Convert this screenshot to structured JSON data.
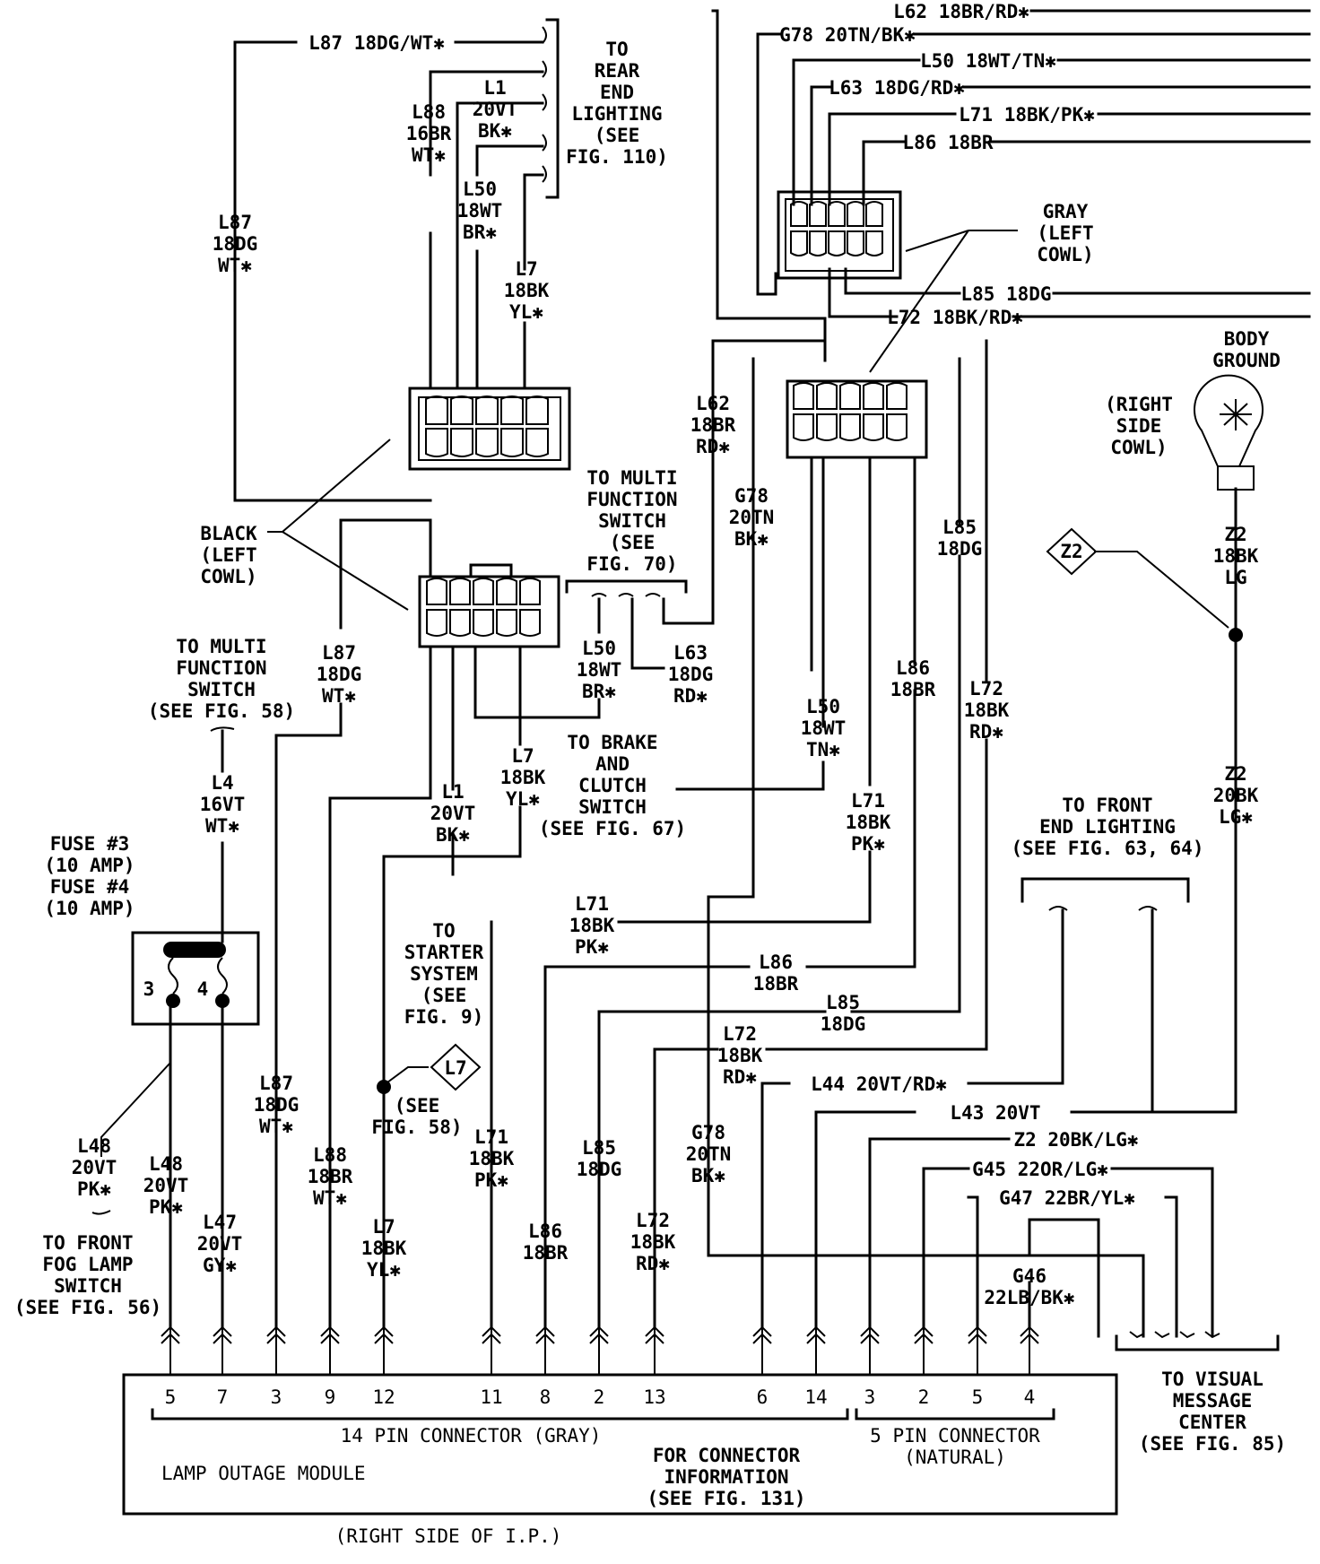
{
  "diagram": {
    "title": "Lamp Outage Module Wiring",
    "colors": {
      "line": "#000000",
      "background": "#ffffff"
    },
    "module": {
      "name": "LAMP OUTAGE MODULE",
      "location": "(RIGHT SIDE OF I.P.)",
      "connector_info": [
        "FOR CONNECTOR",
        "INFORMATION",
        "(SEE FIG. 131)"
      ],
      "connector_14": {
        "label": "14 PIN CONNECTOR (GRAY)",
        "pins": [
          "5",
          "7",
          "3",
          "9",
          "12",
          "11",
          "8",
          "2",
          "13",
          "6",
          "14"
        ]
      },
      "connector_5": {
        "label_lines": [
          "5 PIN CONNECTOR",
          "(NATURAL)"
        ],
        "pins": [
          "3",
          "2",
          "5",
          "4"
        ]
      }
    },
    "top_horizontal_wires": [
      "L87 18DG/WT✱",
      "L62 18BR/RD✱",
      "G78 20TN/BK✱",
      "L50 18WT/TN✱",
      "L63 18DG/RD✱",
      "L71 18BK/PK✱",
      "L86 18BR",
      "L85 18DG",
      "L72 18BK/RD✱"
    ],
    "connectors": {
      "gray_left_cowl": [
        "GRAY",
        "(LEFT",
        "COWL)"
      ],
      "black_left_cowl": [
        "BLACK",
        "(LEFT",
        "COWL)"
      ]
    },
    "body_ground": {
      "label": [
        "BODY",
        "GROUND"
      ],
      "location": [
        "(RIGHT",
        "SIDE",
        "COWL)"
      ],
      "splice_ref": "Z2"
    },
    "destinations": {
      "rear_end_lighting": [
        "TO",
        "REAR",
        "END",
        "LIGHTING",
        "(SEE",
        "FIG. 110)"
      ],
      "multi_function_70": [
        "TO MULTI",
        "FUNCTION",
        "SWITCH",
        "(SEE",
        "FIG. 70)"
      ],
      "multi_function_58": [
        "TO MULTI",
        "FUNCTION",
        "SWITCH",
        "(SEE FIG. 58)"
      ],
      "brake_clutch": [
        "TO BRAKE",
        "AND",
        "CLUTCH",
        "SWITCH",
        "(SEE FIG. 67)"
      ],
      "starter": [
        "TO",
        "STARTER",
        "SYSTEM",
        "(SEE",
        "FIG. 9)"
      ],
      "front_end_lighting": [
        "TO FRONT",
        "END LIGHTING",
        "(SEE FIG. 63, 64)"
      ],
      "fog_lamp": [
        "TO FRONT",
        "FOG LAMP",
        "SWITCH",
        "(SEE FIG. 56)"
      ],
      "visual_message": [
        "TO VISUAL",
        "MESSAGE",
        "CENTER",
        "(SEE FIG. 85)"
      ]
    },
    "splice_l7": {
      "ref": "L7",
      "note": [
        "(SEE",
        "FIG. 58)"
      ]
    },
    "fuse": {
      "label": [
        "FUSE #3",
        "(10 AMP)",
        "FUSE #4",
        "(10 AMP)"
      ],
      "terminals": [
        "3",
        "4"
      ]
    },
    "wire_labels": {
      "l87_v": [
        "L87",
        "18DG",
        "WT✱"
      ],
      "l88_top": [
        "L88",
        "16BR",
        "WT✱"
      ],
      "l1_top": [
        "L1",
        "20VT",
        "BK✱"
      ],
      "l50_top": [
        "L50",
        "18WT",
        "BR✱"
      ],
      "l7_top": [
        "L7",
        "18BK",
        "YL✱"
      ],
      "l62_v": [
        "L62",
        "18BR",
        "RD✱"
      ],
      "g78_v": [
        "G78",
        "20TN",
        "BK✱"
      ],
      "l85_v": [
        "L85",
        "18DG"
      ],
      "l86_v": [
        "L86",
        "18BR"
      ],
      "l72_v": [
        "L72",
        "18BK",
        "RD✱"
      ],
      "l50_mid": [
        "L50",
        "18WT",
        "BR✱"
      ],
      "l63_mid": [
        "L63",
        "18DG",
        "RD✱"
      ],
      "l50_tn": [
        "L50",
        "18WT",
        "TN✱"
      ],
      "l71_v": [
        "L71",
        "18BK",
        "PK✱"
      ],
      "z2_18": [
        "Z2",
        "18BK",
        "LG"
      ],
      "z2_20": [
        "Z2",
        "20BK",
        "LG✱"
      ],
      "l87_mid": [
        "L87",
        "18DG",
        "WT✱"
      ],
      "l4": [
        "L4",
        "16VT",
        "WT✱"
      ],
      "l7_mid": [
        "L7",
        "18BK",
        "YL✱"
      ],
      "l1_mid": [
        "L1",
        "20VT",
        "BK✱"
      ],
      "l71_h": [
        "L71",
        "18BK",
        "PK✱"
      ],
      "l86_h": [
        "L86",
        "18BR"
      ],
      "l85_h": [
        "L85",
        "18DG"
      ],
      "l72_h": [
        "L72",
        "18BK",
        "RD✱"
      ],
      "l44": "L44 20VT/RD✱",
      "l43": "L43 20VT",
      "z2_h": "Z2 20BK/LG✱",
      "g45": "G45 22OR/LG✱",
      "g47": "G47 22BR/YL✱",
      "g46": [
        "G46",
        "22LB/BK✱"
      ],
      "l48_a": [
        "L48",
        "20VT",
        "PK✱"
      ],
      "l48_b": [
        "L48",
        "20VT",
        "PK✱"
      ],
      "l47": [
        "L47",
        "20VT",
        "GY✱"
      ],
      "l87_bot": [
        "L87",
        "18DG",
        "WT✱"
      ],
      "l88_bot": [
        "L88",
        "18BR",
        "WT✱"
      ],
      "l7_bot": [
        "L7",
        "18BK",
        "YL✱"
      ],
      "l71_bot": [
        "L71",
        "18BK",
        "PK✱"
      ],
      "l86_bot": [
        "L86",
        "18BR"
      ],
      "l85_bot": [
        "L85",
        "18DG"
      ],
      "l72_bot": [
        "L72",
        "18BK",
        "RD✱"
      ],
      "g78_bot": [
        "G78",
        "20TN",
        "BK✱"
      ]
    }
  }
}
